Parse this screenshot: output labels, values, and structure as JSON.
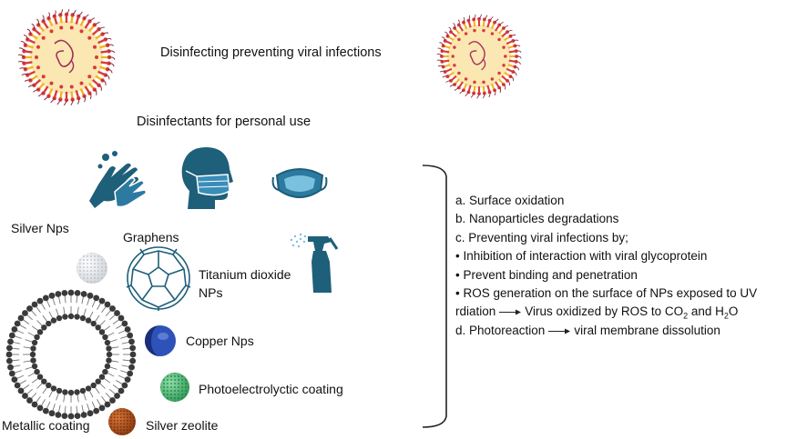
{
  "top_title": "Disinfecting preventing viral infections",
  "section_title": "Disinfectants for personal use",
  "labels": {
    "silver_nps": "Silver Nps",
    "graphens": "Graphens",
    "titanium_line1": "Titanium dioxide",
    "titanium_line2": "NPs",
    "copper_nps": "Copper Nps",
    "photo_coating": "Photoelectrolyctic coating",
    "metallic_coating": "Metallic coating",
    "silver_zeolite": "Silver zeolite"
  },
  "mechanisms": {
    "a": "a.   Surface oxidation",
    "b": "b.    Nanoparticles degradations",
    "c": "c.    Preventing viral infections by;",
    "bullet1": "•   Inhibition of interaction with viral glycoprotein",
    "bullet2": "•   Prevent binding and penetration",
    "bullet3": "•   ROS generation on the surface of NPs exposed to UV",
    "ros_prefix": "rdiation",
    "ros_text": "Virus oxidized by ROS to CO",
    "ros_sub1": "2",
    "ros_and": " and H",
    "ros_sub2": "2",
    "ros_end": "O",
    "d_prefix": "d. Photoreaction",
    "d_text": "viral membrane dissolution"
  },
  "colors": {
    "virus_core": "#fbe7b2",
    "virus_spike_red": "#d83a3a",
    "virus_spike_yellow": "#f2b51e",
    "icon_teal": "#1e5f7a",
    "copper_blue": "#2f52b8",
    "green_coating": "#3fae6a",
    "zeolite_brown": "#b5541e",
    "lipid_dark": "#3a3a3a"
  },
  "icons": [
    "virus-icon",
    "hand-washing-icon",
    "face-mask-head-icon",
    "n95-mask-icon",
    "spray-bottle-icon",
    "fullerene-icon",
    "lipid-bilayer-icon"
  ]
}
